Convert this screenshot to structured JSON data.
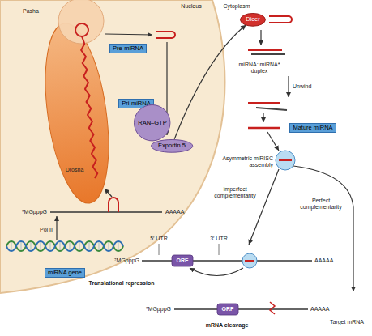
{
  "diagram": {
    "nodes": [
      {
        "text": [
          "Pre-miRNA"
        ]
      },
      {
        "text": [
          "Dicer"
        ]
      },
      {
        "text": [
          "Pri-miRNA"
        ]
      },
      {
        "text": [
          "RAN–GTP"
        ]
      },
      {
        "text": [
          "Exportin 5"
        ]
      },
      {
        "text": [
          "Mature miRNA"
        ]
      },
      {
        "text": [
          "miRNA gene"
        ]
      }
    ],
    "edges": [
      {
        "from": 4,
        "to": 1,
        "arrow": "to"
      }
    ],
    "labels": [
      "Nucleus",
      "Cytoplasm",
      "Pasha",
      "Drosha",
      "⁷MGpppG",
      "AAAAA",
      "Pol II",
      "miRNA: miRNA* duplex",
      "Unwind",
      "Asymmetric miRISC assembly",
      "Imperfect complementarity",
      "Perfect complementarity",
      "5′ UTR",
      "3′ UTR",
      "⁷MGpppG",
      "ORF",
      "AAAAA",
      "Translational repression",
      "⁷MGpppG",
      "ORF",
      "AAAAA",
      "Target mRNA",
      "mRNA cleavage"
    ]
  }
}
